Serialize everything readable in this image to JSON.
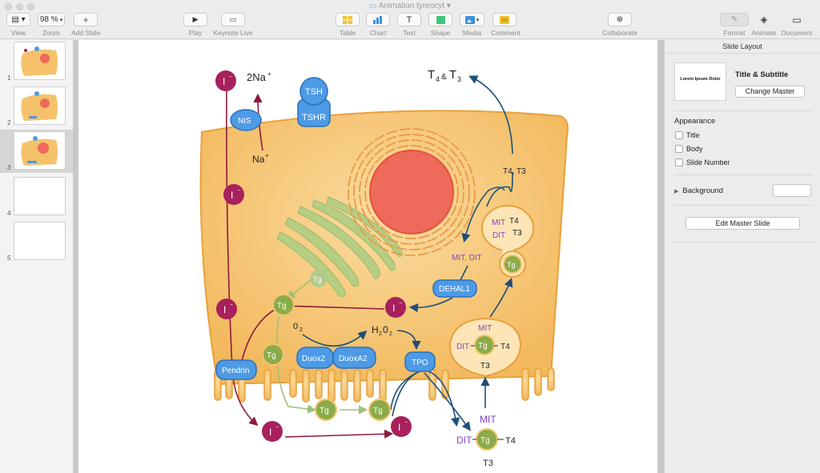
{
  "window": {
    "title": "Animation tyreocyt"
  },
  "toolbar": {
    "view_label": "View",
    "zoom_value": "98 %",
    "zoom_label": "Zoom",
    "add_slide_label": "Add Slide",
    "play_label": "Play",
    "keynote_live_label": "Keynote Live",
    "table_label": "Table",
    "chart_label": "Chart",
    "text_label": "Text",
    "shape_label": "Shape",
    "media_label": "Media",
    "comment_label": "Comment",
    "collaborate_label": "Collaborate",
    "format_label": "Format",
    "animate_label": "Animate",
    "document_label": "Document",
    "text_icon_glyph": "T",
    "add_icon_glyph": "+"
  },
  "navigator": {
    "slides": [
      {
        "number": "1",
        "has_content": true
      },
      {
        "number": "2",
        "has_content": true
      },
      {
        "number": "3",
        "has_content": true,
        "selected": true
      },
      {
        "number": "4",
        "has_content": false
      },
      {
        "number": "5",
        "has_content": false
      }
    ]
  },
  "inspector": {
    "title": "Slide Layout",
    "layout_name": "Title & Subtitle",
    "thumb_title": "Lorem Ipsum Dolor",
    "change_master": "Change Master",
    "appearance_label": "Appearance",
    "options": [
      "Title",
      "Body",
      "Slide Number"
    ],
    "background_label": "Background",
    "edit_master": "Edit Master Slide"
  },
  "slide": {
    "labels": {
      "iodide": "I",
      "iodide_charge": "−",
      "two_na": "2Na",
      "na": "Na",
      "plus": "+",
      "tsh": "TSH",
      "tshr": "TSHR",
      "nis": "NIS",
      "t4": "T",
      "four": "4",
      "amp": "&",
      "three": "3",
      "t4t3_small": "T4, T3",
      "mit": "MIT",
      "dit": "DIT",
      "mit_dit": "MIT, DIT",
      "dehal1": "DEHAL1",
      "tg": "Tg",
      "o2": "0",
      "two": "2",
      "h2o2_h": "H",
      "h2o2_o": "0",
      "duox2": "Duox2",
      "duoxa2": "DuoxA2",
      "tpo": "TPO",
      "pendrin": "Pendrin",
      "t4_plain": "T4",
      "t3_plain": "T3"
    }
  },
  "colors": {
    "cell_fill": "#f5c26b",
    "cell_stroke": "#e8a13b",
    "nucleus": "#ee6a5a",
    "iodide": "#a8205c",
    "enzyme_blue": "#4d9be6",
    "tg_green": "#8bab4a",
    "text_purple": "#8a3fc4",
    "arrow_blue": "#1c4f7a",
    "arrow_red": "#8e1b3e"
  }
}
